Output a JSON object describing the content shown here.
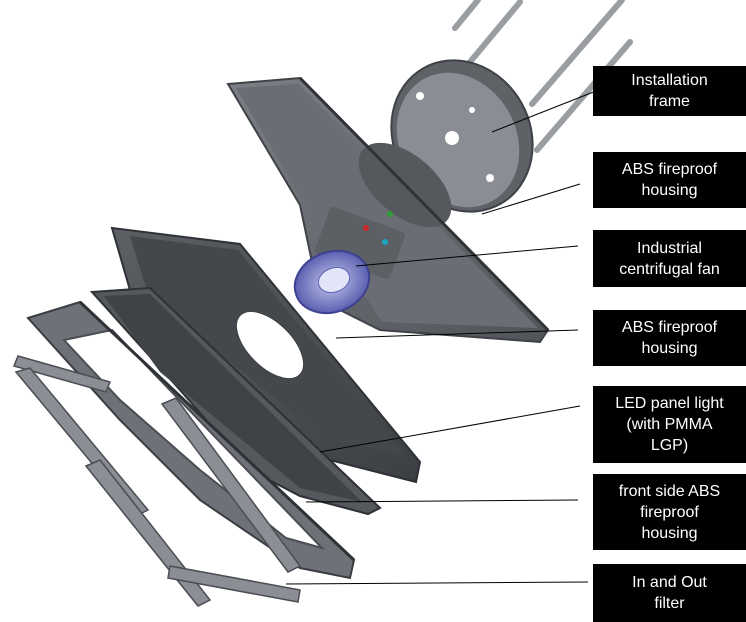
{
  "labels": [
    "Installation\nframe",
    "ABS fireproof\nhousing",
    "Industrial\ncentrifugal fan",
    "ABS fireproof\nhousing",
    "LED panel light\n(with PMMA\nLGP)",
    "front side ABS\nfireproof\nhousing",
    "In and Out\nfilter"
  ],
  "colors": {
    "background": "#ffffff",
    "label_box": "#000000",
    "label_text": "#ffffff",
    "part_gray": "#6f7278",
    "part_dark": "#4a4d52",
    "fan_blue": "#7a80c8"
  }
}
